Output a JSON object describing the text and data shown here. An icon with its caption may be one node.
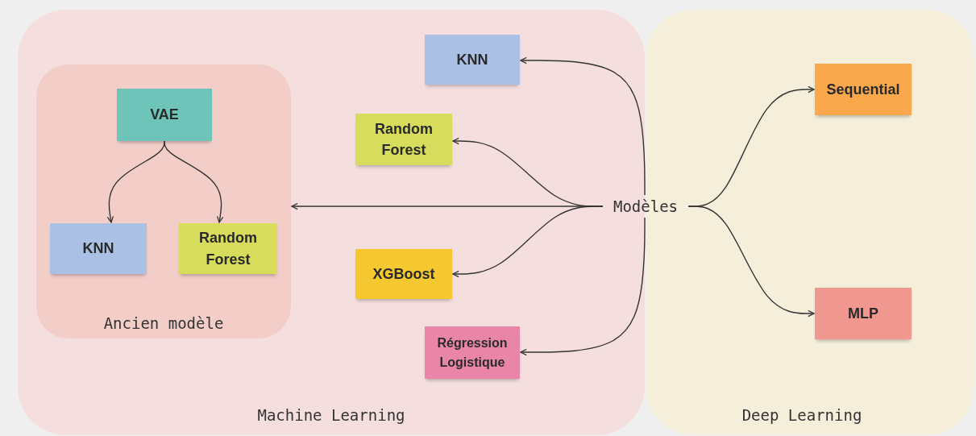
{
  "diagram": {
    "nodes": [
      {
        "text": [
          "Machine Learning"
        ]
      },
      {
        "text": [
          "Ancien modèle"
        ],
        "in": 0
      },
      {
        "text": [
          "VAE"
        ],
        "in": 1
      },
      {
        "text": [
          "KNN"
        ],
        "in": 1
      },
      {
        "text": [
          "Random Forest"
        ],
        "in": 1
      },
      {
        "text": [
          "KNN"
        ],
        "in": 0
      },
      {
        "text": [
          "Random Forest"
        ],
        "in": 0
      },
      {
        "text": [
          "XGBoost"
        ],
        "in": 0
      },
      {
        "text": [
          "Régression Logistique"
        ],
        "in": 0
      },
      {
        "text": [
          "Modèles"
        ]
      },
      {
        "text": [
          "Deep Learning"
        ]
      },
      {
        "text": [
          "Sequential"
        ],
        "in": 10
      },
      {
        "text": [
          "MLP"
        ],
        "in": 10
      }
    ],
    "edges": [
      {
        "from": 2,
        "to": 3,
        "arrow": "to"
      },
      {
        "from": 2,
        "to": 4,
        "arrow": "to"
      },
      {
        "from": 9,
        "to": 5,
        "arrow": "to"
      },
      {
        "from": 9,
        "to": 6,
        "arrow": "to"
      },
      {
        "from": 9,
        "to": 1,
        "arrow": "to"
      },
      {
        "from": 9,
        "to": 7,
        "arrow": "to"
      },
      {
        "from": 9,
        "to": 8,
        "arrow": "to"
      },
      {
        "from": 9,
        "to": 11,
        "arrow": "to"
      },
      {
        "from": 9,
        "to": 12,
        "arrow": "to"
      }
    ]
  }
}
